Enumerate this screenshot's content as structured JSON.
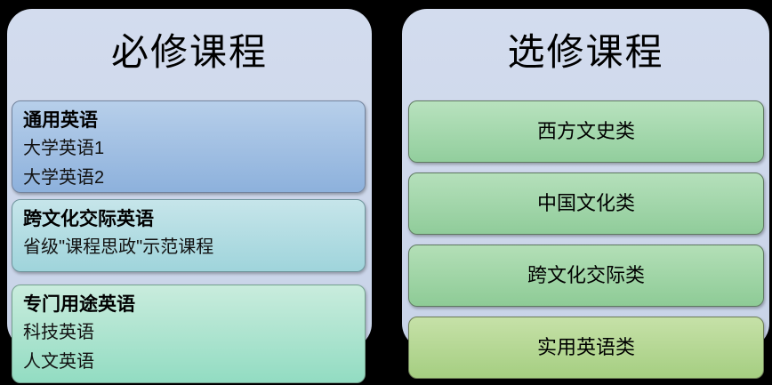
{
  "canvas": {
    "background": "#000000"
  },
  "panels": {
    "required": {
      "title": "必修课程",
      "panel_gradient": [
        "#d3dcee",
        "#c8d3e8"
      ],
      "groups": [
        {
          "title": "通用英语",
          "items": [
            "大学英语1",
            "大学英语2"
          ],
          "gradient": [
            "#b7cfea",
            "#8db1dc"
          ],
          "border": "#73849e"
        },
        {
          "title": "跨文化交际英语",
          "items": [
            "省级\"课程思政\"示范课程"
          ],
          "gradient": [
            "#c6e5ea",
            "#9fd4db"
          ],
          "border": "#6f949c"
        },
        {
          "title": "专门用途英语",
          "items": [
            "科技英语",
            "人文英语"
          ],
          "gradient": [
            "#c9ecdd",
            "#92dcc2"
          ],
          "border": "#74a18e"
        }
      ]
    },
    "elective": {
      "title": "选修课程",
      "panel_gradient": [
        "#d3dcee",
        "#c8d3e8"
      ],
      "buttons": [
        {
          "label": "西方文史类",
          "gradient": [
            "#b8e2be",
            "#92ce9d"
          ],
          "border": "#5e7960"
        },
        {
          "label": "中国文化类",
          "gradient": [
            "#b5e0bb",
            "#90cc9a"
          ],
          "border": "#5e7960"
        },
        {
          "label": "跨文化交际类",
          "gradient": [
            "#b3dfb7",
            "#8ecb96"
          ],
          "border": "#5e7960"
        },
        {
          "label": "实用英语类",
          "gradient": [
            "#c6e1a8",
            "#a5ce81"
          ],
          "border": "#6b7c55"
        }
      ]
    }
  }
}
